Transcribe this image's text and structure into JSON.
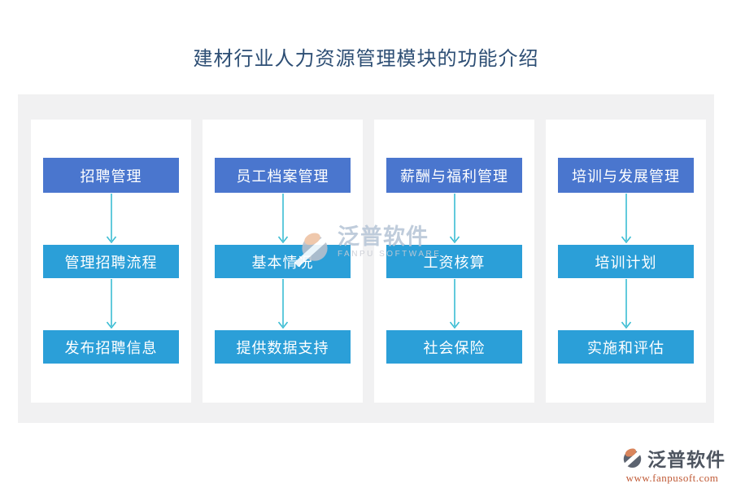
{
  "title": "建材行业人力资源管理模块的功能介绍",
  "flow": {
    "columns": [
      {
        "name": "recruitment",
        "steps": [
          "招聘管理",
          "管理招聘流程",
          "发布招聘信息"
        ]
      },
      {
        "name": "employee-files",
        "steps": [
          "员工档案管理",
          "基本情况",
          "提供数据支持"
        ]
      },
      {
        "name": "compensation",
        "steps": [
          "薪酬与福利管理",
          "工资核算",
          "社会保险"
        ]
      },
      {
        "name": "training",
        "steps": [
          "培训与发展管理",
          "培训计划",
          "实施和评估"
        ]
      }
    ]
  },
  "watermark": {
    "brand": "泛普软件",
    "sub": "FANPU SOFTWARE"
  },
  "footer": {
    "brand": "泛普软件",
    "url": "www.fanpusoft.com"
  },
  "colors": {
    "top_box": "#4a76ce",
    "sub_box": "#2b9fd8",
    "arrow": "#3bbdd3",
    "title_text": "#2d4e74",
    "panel_bg": "#f1f1f2",
    "footer_url": "#c05a36"
  }
}
